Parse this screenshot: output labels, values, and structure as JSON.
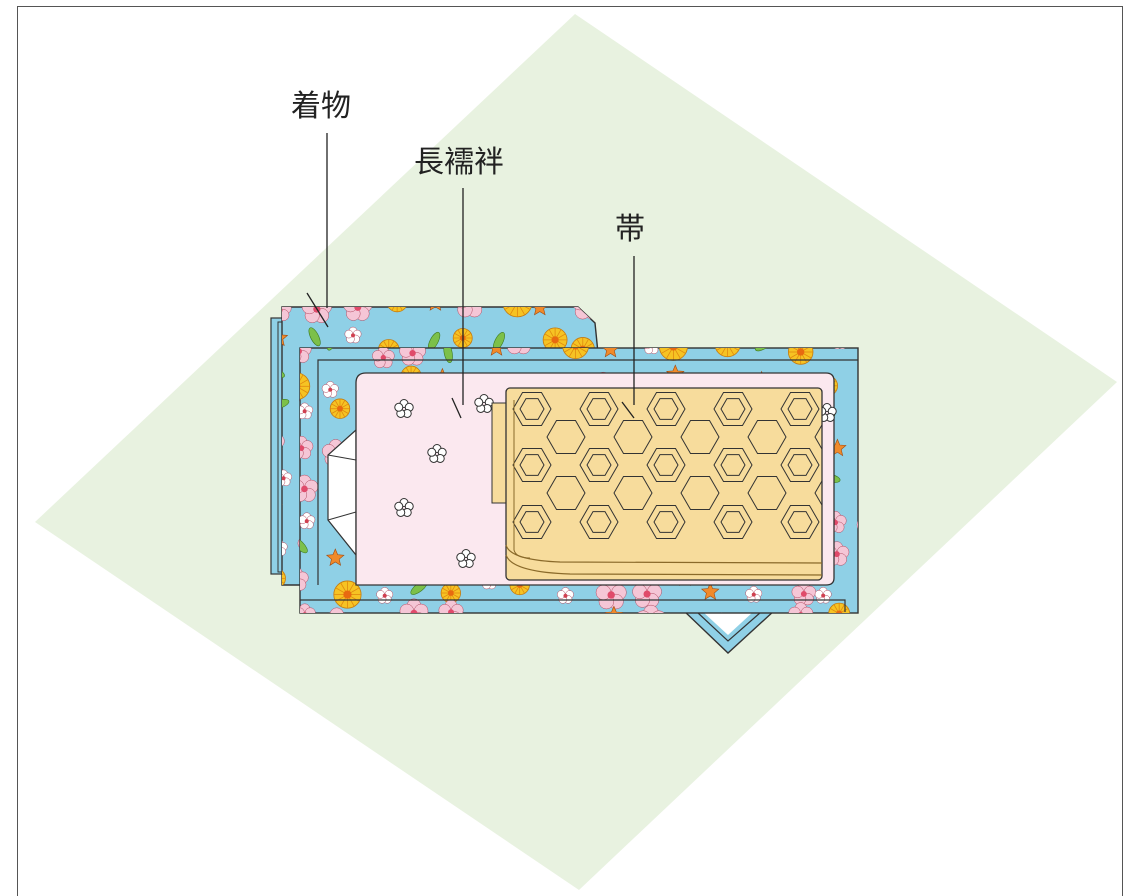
{
  "labels": {
    "kimono": "着物",
    "nagajuban": "長襦袢",
    "obi": "帯"
  },
  "colors": {
    "furoshiki": "#e8f2e0",
    "kimono_base": "#8fd0e6",
    "juban": "#fbe8ef",
    "obi": "#f7dc9c",
    "obi_edge": "#efc97a",
    "line": "#333333"
  },
  "icons": {
    "flower": "flower-icon",
    "hexagon": "hexagon-icon"
  }
}
